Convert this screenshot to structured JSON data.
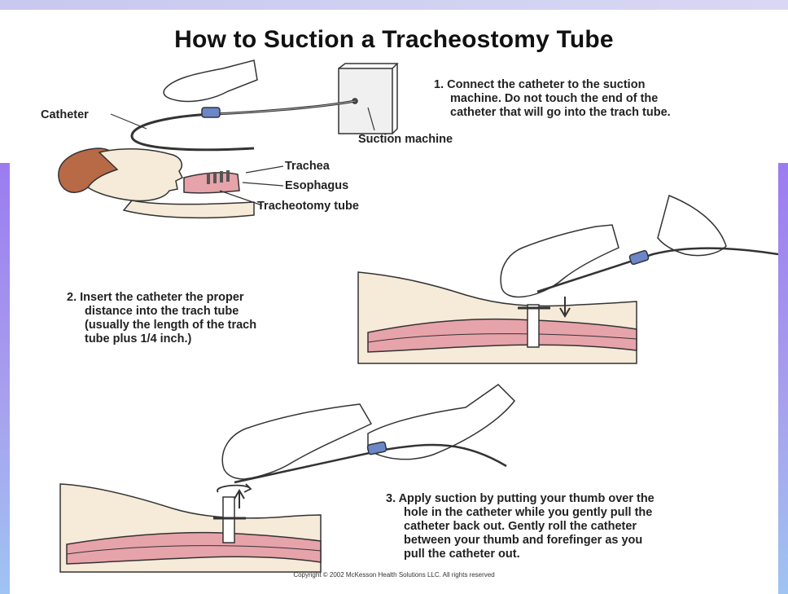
{
  "title": "How to Suction a Tracheostomy Tube",
  "labels": {
    "catheter": "Catheter",
    "suction_machine": "Suction machine",
    "trachea": "Trachea",
    "esophagus": "Esophagus",
    "tracheotomy_tube": "Tracheotomy tube"
  },
  "steps": [
    {
      "lines": [
        "1. Connect the catheter to the suction",
        "machine.  Do not touch the end of the",
        "catheter that will go into the trach tube."
      ]
    },
    {
      "lines": [
        "2.  Insert the catheter the proper",
        "distance into the trach tube",
        "(usually the length of the trach",
        "tube plus 1/4 inch.)"
      ]
    },
    {
      "lines": [
        "3. Apply suction by putting your thumb over the",
        "hole in the catheter while you gently pull the",
        "catheter back out.  Gently roll the catheter",
        "between your thumb and forefinger as you",
        "pull the catheter out."
      ]
    }
  ],
  "copyright": "Copyright © 2002 McKesson Health Solutions LLC. All rights reserved",
  "colors": {
    "skin": "#f6ead8",
    "tissue": "#e7a3aa",
    "hair": "#b86a46",
    "catheter_tip": "#6b86c9"
  }
}
